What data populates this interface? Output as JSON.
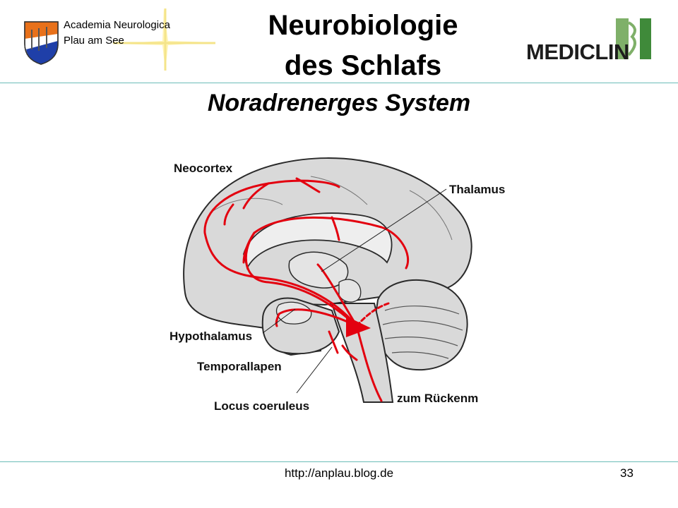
{
  "header": {
    "org_line1": "Academia Neurologica",
    "org_line2": "Plau am See",
    "title_line1": "Neurobiologie",
    "title_line2": "des Schlafs",
    "subtitle": "Noradrenerges System",
    "brand": "MEDICLIN"
  },
  "diagram": {
    "labels": {
      "neocortex": "Neocortex",
      "thalamus": "Thalamus",
      "hypothalamus": "Hypothalamus",
      "temporallapen": "Temporallapen",
      "locus_coeruleus": "Locus coeruleus",
      "zum_rueckenm": "zum Rückenm"
    }
  },
  "footer": {
    "url": "http://anplau.blog.de",
    "page_number": "33"
  },
  "colors": {
    "pathway": "#e3000f",
    "brain_fill": "#d9d9d9",
    "rule": "#6bbcb8",
    "logo_green": "#7fb069",
    "crest_blue": "#1f3fa8",
    "crest_orange": "#e8711a"
  }
}
